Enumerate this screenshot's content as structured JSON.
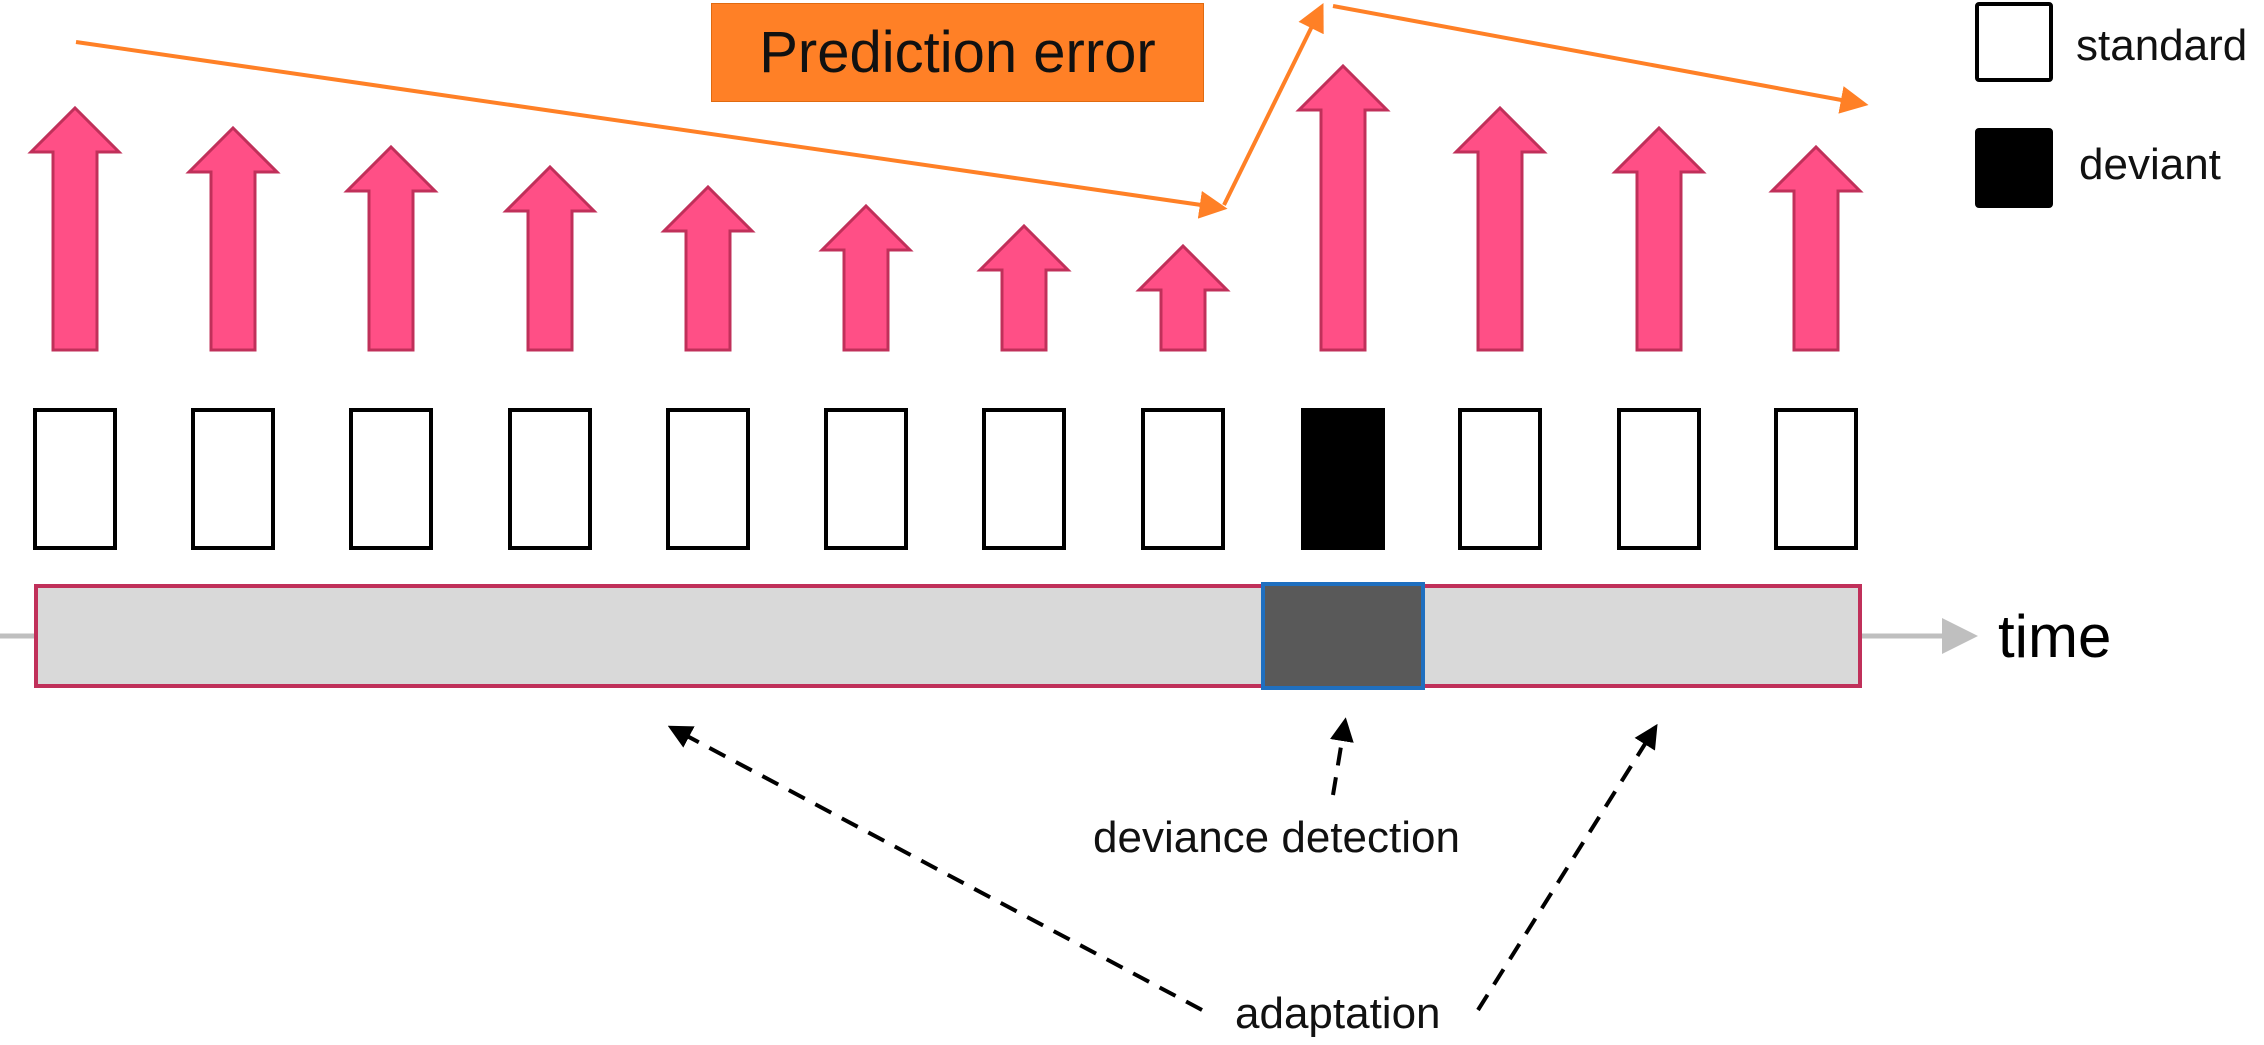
{
  "prediction_error": {
    "label": "Prediction error"
  },
  "legend": {
    "items": [
      {
        "label": "standard",
        "fill": "#ffffff"
      },
      {
        "label": "deviant",
        "fill": "#000000"
      }
    ]
  },
  "timeline": {
    "axis_label": "time",
    "stimuli": [
      "standard",
      "standard",
      "standard",
      "standard",
      "standard",
      "standard",
      "standard",
      "standard",
      "deviant",
      "standard",
      "standard",
      "standard"
    ],
    "bar_fill": "#d9d9d9",
    "bar_border": "#c0305a",
    "detection_fill": "#595959",
    "detection_border": "#1f6fbf"
  },
  "annotations": {
    "deviance_detection": "deviance detection",
    "adaptation": "adaptation"
  },
  "colors": {
    "arrow_fill": "#ff4f86",
    "arrow_stroke": "#c0305a",
    "trend_line": "#ff8026",
    "axis_arrow": "#bfbfbf"
  }
}
